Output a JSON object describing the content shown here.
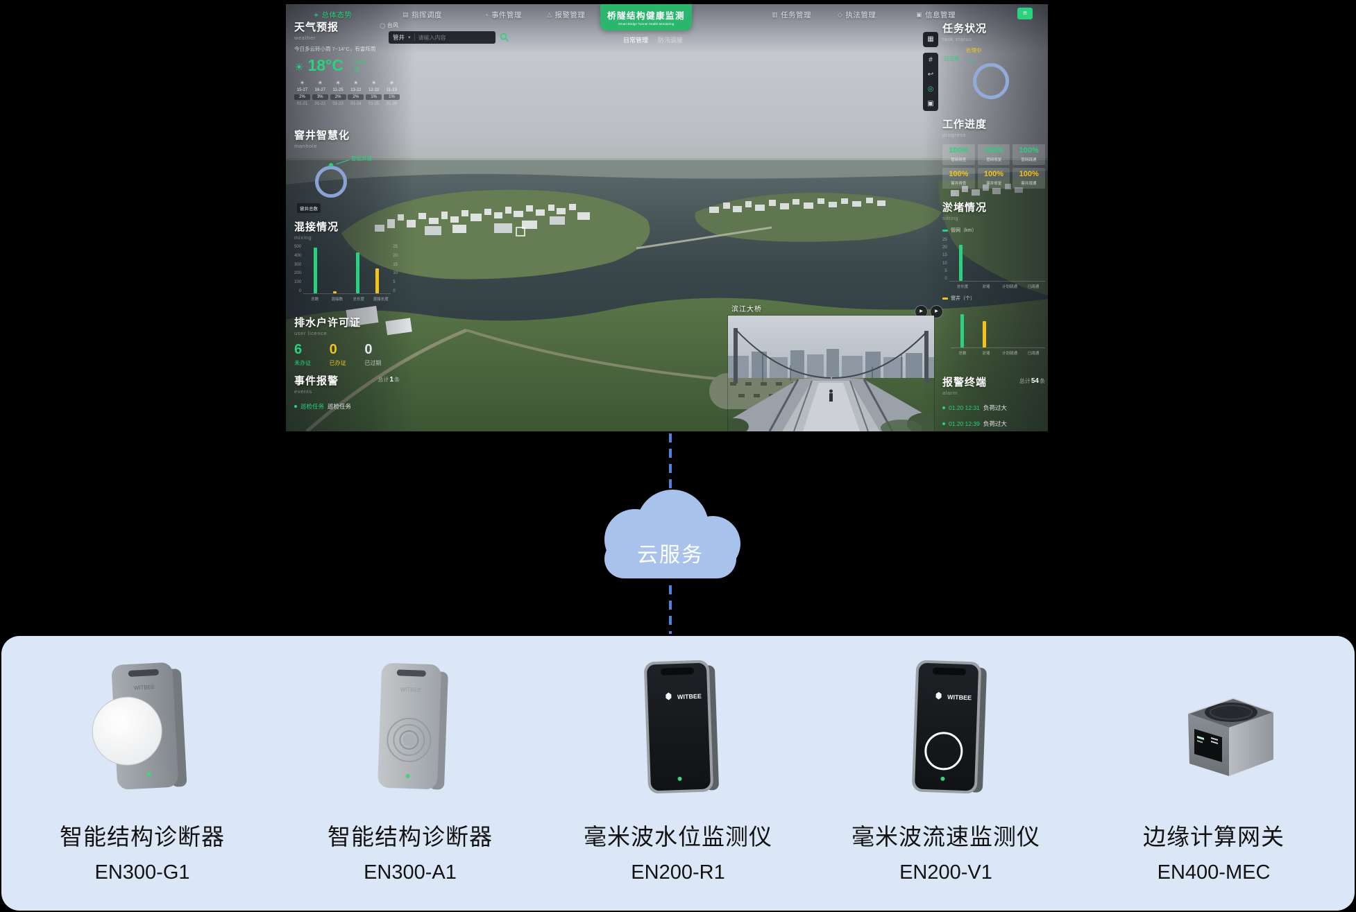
{
  "colors": {
    "accent_green": "#2ad17e",
    "accent_yellow": "#f2c31b",
    "badge_green": "#2bb56d",
    "panel_bg": "#dbe7f7",
    "cloud_blue": "#a9c2ec",
    "connector_blue": "#4f82d8"
  },
  "icons": {
    "nav_active": "◈",
    "dispatch": "▤",
    "event": "◔",
    "alert": "△",
    "task": "▥",
    "law": "◇",
    "info": "▣",
    "menu": "≡",
    "chevron_down": "▾",
    "typhoon": "◯",
    "sun": "☀",
    "layers": "▦",
    "grid": "#",
    "route": "↩",
    "locate": "◎",
    "screen": "▣",
    "play": "▶",
    "doc": "▤"
  },
  "dashboard": {
    "nav": {
      "active": {
        "label": "总体态势"
      },
      "items": [
        {
          "label": "指挥调度"
        },
        {
          "label": "事件管理"
        },
        {
          "label": "报警管理"
        },
        {
          "label": "任务管理"
        },
        {
          "label": "执法管理"
        },
        {
          "label": "信息管理"
        }
      ],
      "badge": {
        "title": "桥隧结构健康监测",
        "subtitle": "Smart Bridge Tunnel Health Monitoring"
      },
      "sub_tabs": [
        {
          "label": "日常管理"
        },
        {
          "label": "防汛调度"
        }
      ]
    },
    "search": {
      "category": "管井",
      "placeholder": "请输入内容"
    },
    "left_panel": {
      "weather": {
        "title": "天气预报",
        "subtitle": "weather",
        "toggle_label": "台风",
        "desc": "今日多云转小雨 7~14°C，有雷阵雨",
        "temp": "18°C",
        "rain": "0mm",
        "wind": "晴",
        "days": [
          {
            "temp": "15-27",
            "pop": "2%",
            "date": "01-21"
          },
          {
            "temp": "16-27",
            "pop": "3%",
            "date": "01-22"
          },
          {
            "temp": "11-25",
            "pop": "2%",
            "date": "01-23"
          },
          {
            "temp": "13-22",
            "pop": "2%",
            "date": "01-24"
          },
          {
            "temp": "12-22",
            "pop": "1%",
            "date": "01-25"
          },
          {
            "temp": "11-23",
            "pop": "1%",
            "date": "01-26"
          }
        ]
      },
      "manhole": {
        "title": "窨井智慧化",
        "subtitle": "manhole",
        "callout": "智能井盖",
        "chip": "窨井总数"
      },
      "mixing": {
        "title": "混接情况",
        "subtitle": "mixing"
      },
      "licence": {
        "title": "排水户许可证",
        "subtitle": "user licence",
        "stats": [
          {
            "value": "6",
            "label": "未办证"
          },
          {
            "value": "0",
            "label": "已办证"
          },
          {
            "value": "0",
            "label": "已过期"
          }
        ]
      },
      "events": {
        "title": "事件报警",
        "subtitle": "events",
        "total_prefix": "总计",
        "total_value": "1",
        "total_suffix": "条",
        "rows": [
          {
            "tag": "巡检任务",
            "text": "巡检任务"
          }
        ]
      }
    },
    "right_panel": {
      "task": {
        "title": "任务状况",
        "subtitle": "task status",
        "label_done": "已完成",
        "label_doing": "处理中"
      },
      "progress": {
        "title": "工作进度",
        "subtitle": "progress",
        "tiles": [
          {
            "value": "100%",
            "label": "管网排查"
          },
          {
            "value": "100%",
            "label": "管网修复"
          },
          {
            "value": "100%",
            "label": "管网疏通"
          },
          {
            "value": "100%",
            "label": "窨井排查"
          },
          {
            "value": "100%",
            "label": "窨井修复"
          },
          {
            "value": "100%",
            "label": "窨井疏通"
          }
        ]
      },
      "silting": {
        "title": "淤堵情况",
        "subtitle": "silting",
        "legend_pipe": "管网（km）",
        "legend_well": "窨井（个）"
      },
      "alarm": {
        "title": "报警终端",
        "subtitle": "alarm",
        "total_prefix": "总计",
        "total_value": "54",
        "total_suffix": "条",
        "rows": [
          {
            "time": "01.20 12:31",
            "text": "负荷过大"
          },
          {
            "time": "01.20 12:39",
            "text": "负荷过大"
          }
        ]
      }
    },
    "map": {
      "bridge_label": "滨江大桥"
    }
  },
  "cloud": {
    "label": "云服务"
  },
  "devices": [
    {
      "name": "智能结构诊断器",
      "model": "EN300-G1",
      "brand": "WITBEE"
    },
    {
      "name": "智能结构诊断器",
      "model": "EN300-A1",
      "brand": "WITBEE"
    },
    {
      "name": "毫米波水位监测仪",
      "model": "EN200-R1",
      "brand": "WITBEE"
    },
    {
      "name": "毫米波流速监测仪",
      "model": "EN200-V1",
      "brand": "WITBEE"
    },
    {
      "name": "边缘计算网关",
      "model": "EN400-MEC"
    }
  ],
  "chart_data": [
    {
      "type": "bar",
      "title": "混接情况",
      "categories": [
        "总数",
        "混接数",
        "总长度",
        "混接长度"
      ],
      "values": [
        470,
        8,
        21,
        13
      ],
      "colors": [
        "#2ad17e",
        "#f2c31b",
        "#2ad17e",
        "#f2c31b"
      ],
      "left_axis_ticks": [
        500,
        400,
        300,
        200,
        100,
        0
      ],
      "right_axis_ticks": [
        25,
        20,
        15,
        10,
        5,
        0
      ],
      "left_ylim": [
        0,
        500
      ],
      "right_ylim": [
        0,
        25
      ],
      "legend_position": "none",
      "grid": false
    },
    {
      "type": "bar",
      "title": "淤堵情况 管网（km）",
      "categories": [
        "总长度",
        "淤堵",
        "计划疏通",
        "已疏通"
      ],
      "values": [
        21,
        0,
        0,
        0
      ],
      "ylim": [
        0,
        25
      ],
      "axis_ticks": [
        25,
        20,
        15,
        10,
        5,
        0
      ],
      "color": "#2ad17e",
      "grid": false
    },
    {
      "type": "bar",
      "title": "淤堵情况 窨井（个）",
      "categories": [
        "总数",
        "淤堵",
        "计划疏通",
        "已疏通"
      ],
      "values": [
        120,
        95,
        0,
        0
      ],
      "ylim": [
        0,
        150
      ],
      "colors": [
        "#2ad17e",
        "#f2c31b"
      ],
      "grid": false
    }
  ]
}
